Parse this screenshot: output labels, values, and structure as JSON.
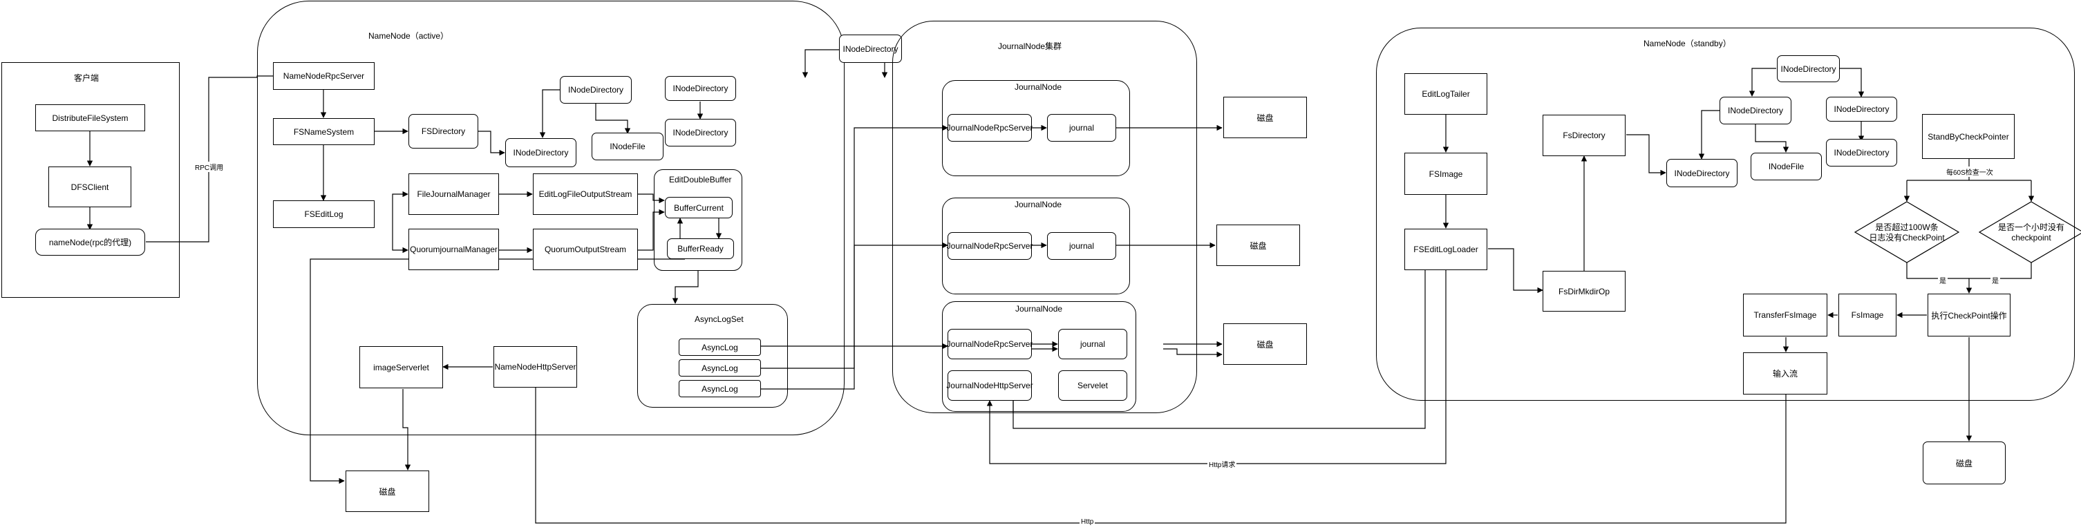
{
  "client": {
    "title": "客户端",
    "distribute_fs": "DistributeFileSystem",
    "dfs_client": "DFSClient",
    "namenode_proxy": "nameNode(rpc的代理)"
  },
  "rpc_label": "RPC调用",
  "active_nn": {
    "title": "NameNode（active）",
    "rpc_server": "NameNodeRpcServer",
    "fs_namesystem": "FSNameSystem",
    "fs_directory": "FSDirectory",
    "fs_editlog": "FSEditLog",
    "file_journal_manager": "FileJournalManager",
    "quorum_journal_manager": "QuorumjournalManager",
    "editlog_file_output_stream": "EditLogFileOutputStream",
    "quorum_output_stream": "QuorumOutputStream",
    "edit_double_buffer": "EditDoubleBuffer",
    "buffer_current": "BufferCurrent",
    "buffer_ready": "BufferReady",
    "inode_dir_top": "INodeDirectory",
    "inode_dir_mid_left": "INodeDirectory",
    "inode_dir_mid_right": "INodeDirectory",
    "inode_dir_bottom_left": "INodeDirectory",
    "inode_file": "INodeFile",
    "inode_dir_bottom_right": "INodeDirectory",
    "async_logset": "AsyncLogSet",
    "async_logs": [
      "AsyncLog",
      "AsyncLog",
      "AsyncLog"
    ],
    "http_server": "NameNodeHttpServer",
    "image_servlet": "imageServerlet"
  },
  "active_disk": "磁盘",
  "journal_cluster": {
    "title": "JournalNode集群",
    "nodes": [
      {
        "title": "JournalNode",
        "rpc": "JournalNodeRpcServer",
        "journal": "journal",
        "disk": "磁盘"
      },
      {
        "title": "JournalNode",
        "rpc": "JournalNodeRpcServer",
        "journal": "journal",
        "disk": "磁盘"
      },
      {
        "title": "JournalNode",
        "rpc": "JournalNodeRpcServer",
        "journal": "journal",
        "disk": "磁盘",
        "http": "JournalNodeHttpServer",
        "servlet": "Servelet"
      }
    ]
  },
  "http_request_label": "Http请求",
  "http_label": "Http",
  "standby_nn": {
    "title": "NameNode（standby）",
    "editlog_tailer": "EditLogTailer",
    "fs_image": "FSImage",
    "fs_editlog_loader": "FSEditLogLoader",
    "fs_directory": "FsDirectory",
    "fs_dir_mkdir_op": "FsDirMkdirOp",
    "inode_dir_top": "INodeDirectory",
    "inode_dir_mid_left": "INodeDirectory",
    "inode_dir_mid_right": "INodeDirectory",
    "inode_dir_bottom_left": "INodeDirectory",
    "inode_file": "INodeFile",
    "inode_dir_bottom_right": "INodeDirectory",
    "checkpointer": "StandByCheckPointer",
    "check_interval": "每60S检查一次",
    "cond_editlog": "是否超过100W条\n日志没有CheckPoint",
    "cond_hour": "是否一个小时没有\ncheckpoint",
    "yes1": "是",
    "yes2": "是",
    "do_checkpoint": "执行CheckPoint操作",
    "fs_image2": "FsImage",
    "transfer_fs_image": "TransferFsImage",
    "input_stream": "输入流",
    "disk": "磁盘"
  }
}
